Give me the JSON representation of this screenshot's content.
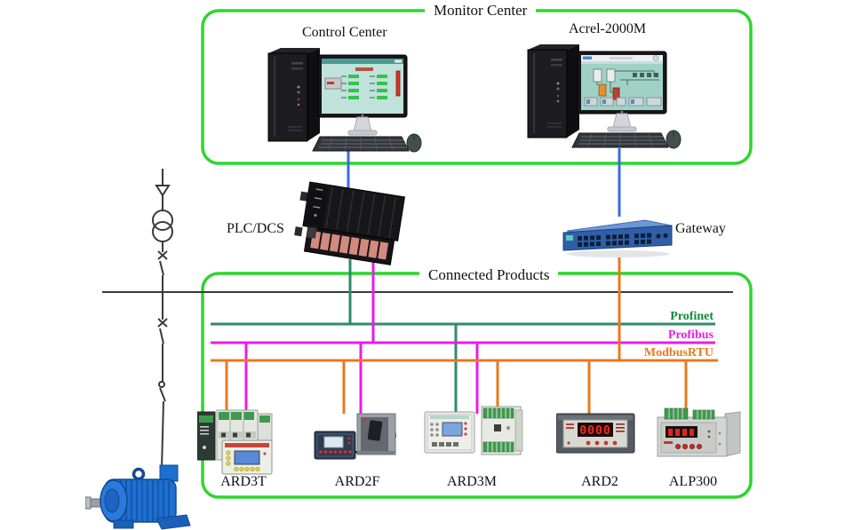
{
  "monitor_center": {
    "title": "Monitor Center",
    "workstations": [
      {
        "label": "Control Center"
      },
      {
        "label": "Acrel-2000M"
      }
    ]
  },
  "field_devices": {
    "plc_label": "PLC/DCS",
    "gateway_label": "Gateway"
  },
  "connected_products": {
    "title": "Connected Products",
    "protocols": [
      {
        "name": "Profinet",
        "line_color": "#2e8b6a",
        "text_color": "#128a3a"
      },
      {
        "name": "Profibus",
        "line_color": "#e81ce8",
        "text_color": "#e81ce8"
      },
      {
        "name": "ModbusRTU",
        "line_color": "#e8791c",
        "text_color": "#e8791c"
      }
    ],
    "devices": [
      {
        "label": "ARD3T"
      },
      {
        "label": "ARD2F"
      },
      {
        "label": "ARD3M"
      },
      {
        "label": "ARD2"
      },
      {
        "label": "ALP300"
      }
    ]
  },
  "displays": {
    "ard2_readout": "0000"
  },
  "colors": {
    "box_border": "#2ed52e",
    "link_blue": "#3b6be0",
    "power_line": "#3a3a3a"
  }
}
